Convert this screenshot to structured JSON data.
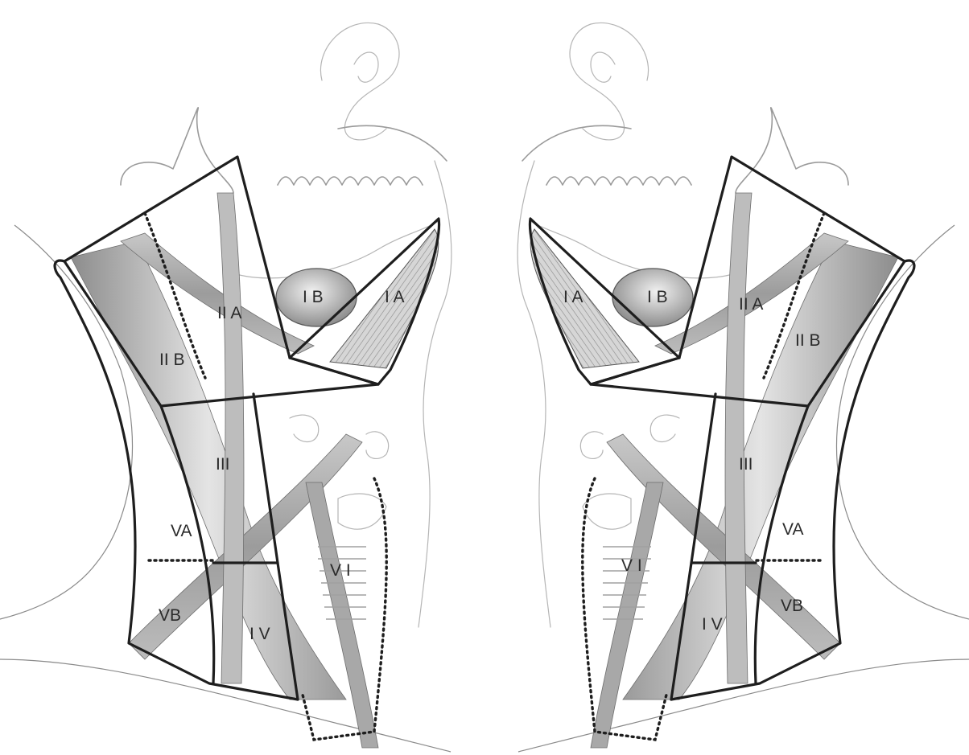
{
  "left_neck": {
    "levels": {
      "IA": "I A",
      "IB": "I B",
      "IIA": "II A",
      "IIB": "II B",
      "III": "III",
      "IV": "I V",
      "VA": "VA",
      "VB": "VB",
      "VI": "V I"
    }
  },
  "right_neck": {
    "levels": {
      "IA": "I A",
      "IB": "I B",
      "IIA": "II A",
      "IIB": "II B",
      "III": "III",
      "IV": "I V",
      "VA": "VA",
      "VB": "VB",
      "VI": "V I"
    }
  },
  "colors": {
    "boundary": "#1e1e1e",
    "muscle_light": "#e4e4e4",
    "muscle_dark": "#8c8c8c",
    "outline": "#9a9a9a"
  }
}
